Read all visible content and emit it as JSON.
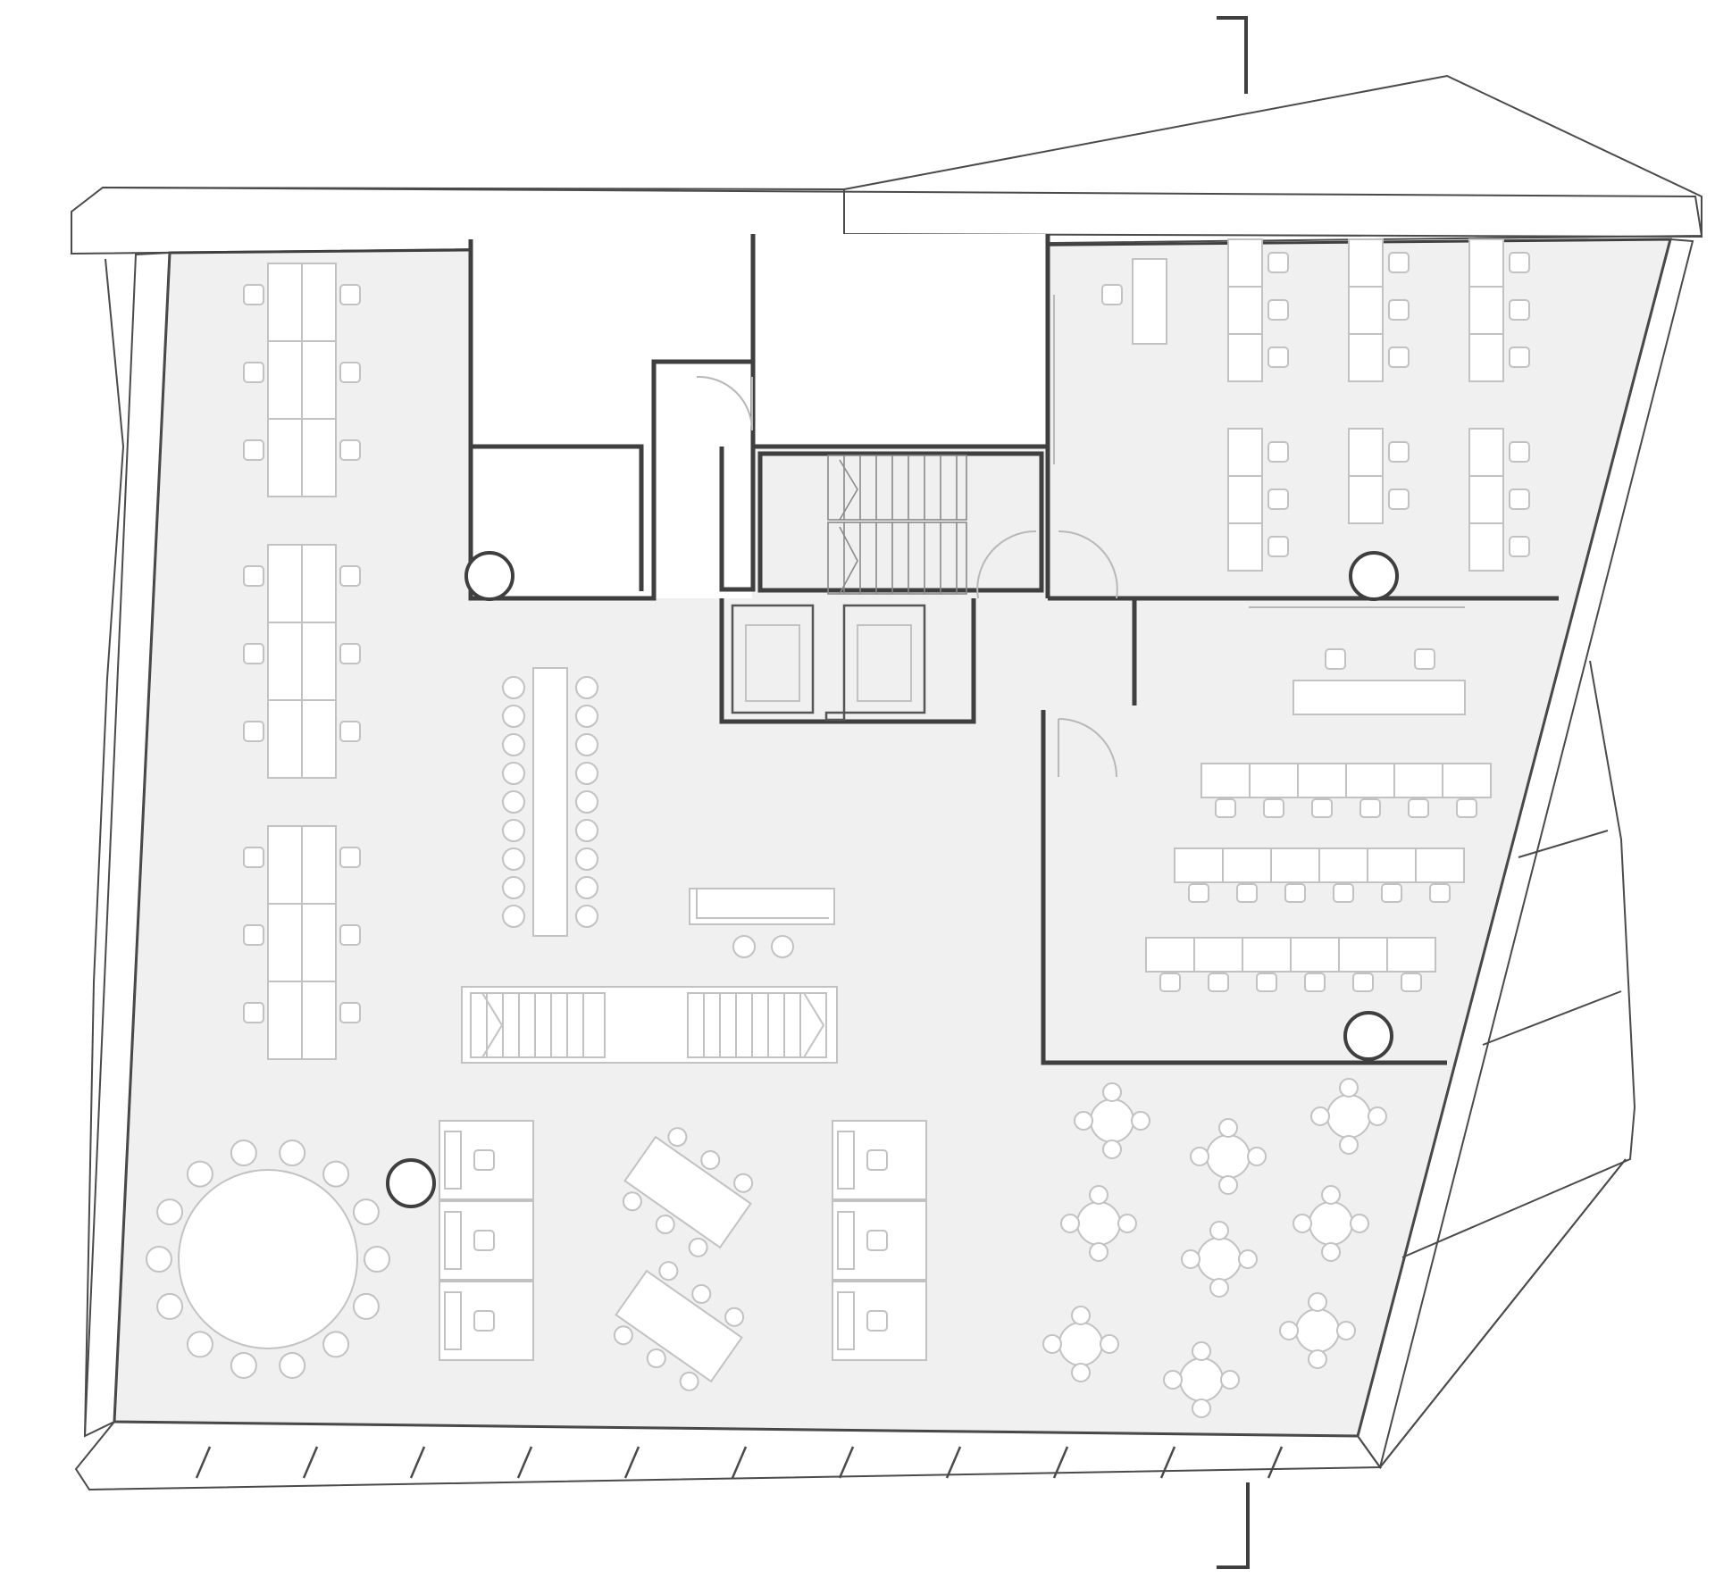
{
  "colors": {
    "background": "#ffffff",
    "floor": "#f0f0f0",
    "wall": "#3f3f3f",
    "furniture": "#c2c2c2",
    "stair": "#8a8a8a"
  },
  "plan": {
    "type": "architectural floor plan",
    "elements": [
      "exterior-envelope",
      "core-rooms",
      "stair-core",
      "elevators",
      "open-office-workstations",
      "meeting-room",
      "training-room",
      "round-cafe-tables",
      "round-conference-table",
      "feature-staircase",
      "structural-columns",
      "section-cut-markers"
    ]
  }
}
